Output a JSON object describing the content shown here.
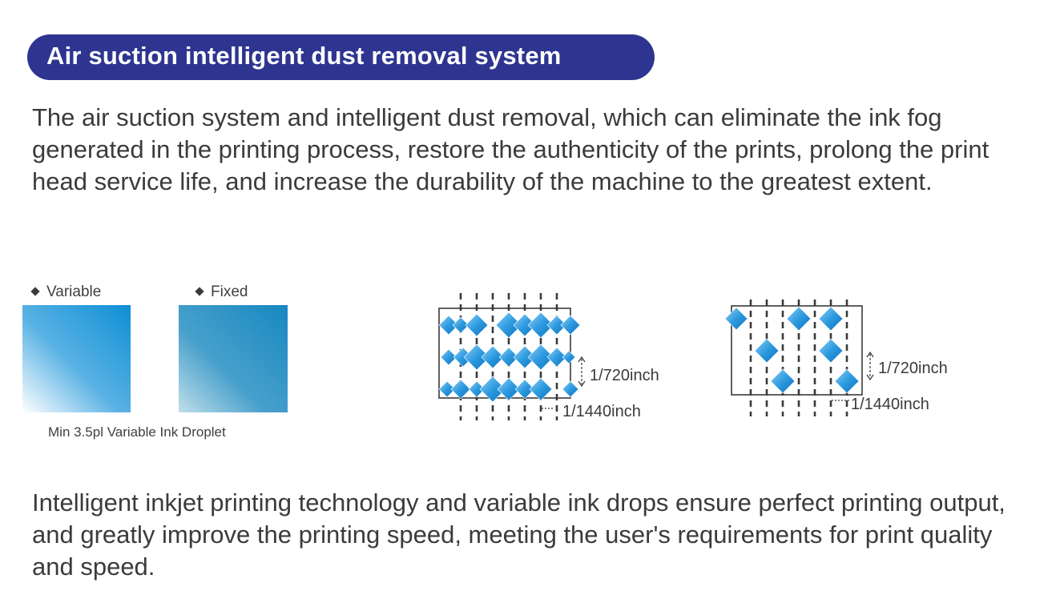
{
  "header": {
    "title": "Air suction intelligent dust removal system"
  },
  "intro": {
    "text": "The air suction system and intelligent dust removal, which can eliminate the ink fog generated in the printing process, restore the authenticity of the prints, prolong the print head service life, and increase the durability of the machine to the greatest extent."
  },
  "swatches": {
    "variable_label": "Variable",
    "fixed_label": "Fixed",
    "caption": "Min 3.5pl Variable Ink Droplet"
  },
  "diagrams": {
    "left": {
      "vertical_label": "1/720inch",
      "horizontal_label": "1/1440inch"
    },
    "right": {
      "vertical_label": "1/720inch",
      "horizontal_label": "1/1440inch"
    }
  },
  "outro": {
    "text": "Intelligent inkjet printing technology and variable ink drops ensure perfect printing output, and greatly improve the printing speed, meeting the user's requirements for print quality and speed."
  },
  "colors": {
    "banner": "#2e3590",
    "droplet": "#1f8ad0",
    "text": "#3b3b3b"
  }
}
